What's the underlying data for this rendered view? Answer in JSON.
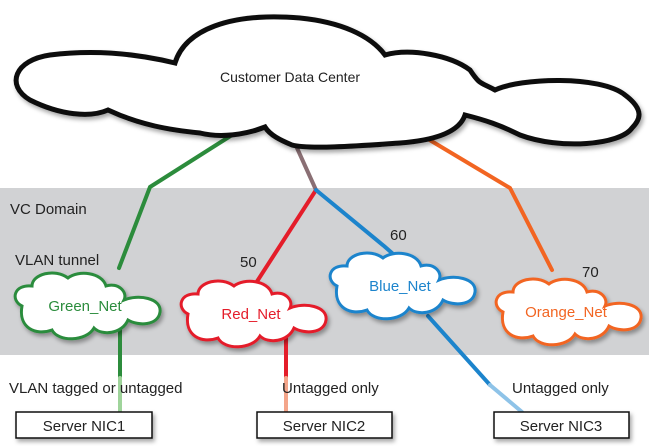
{
  "colors": {
    "domain_band": "#d1d2d4",
    "cloud_outline": "#111111",
    "shared_link": "#8a6f74",
    "green": "#2c8c3c",
    "green_light": "#9fd49b",
    "red": "#e41d2a",
    "red_light": "#f4a58a",
    "blue": "#1c84cc",
    "blue_light": "#8ec3e8",
    "orange": "#f26522",
    "text": "#222222"
  },
  "data_center": {
    "label": "Customer Data Center"
  },
  "domain": {
    "label": "VC Domain"
  },
  "networks": [
    {
      "name": "Green_Net",
      "vlan_label": "VLAN tunnel",
      "color_key": "green"
    },
    {
      "name": "Red_Net",
      "vlan_label": "50",
      "color_key": "red"
    },
    {
      "name": "Blue_Net",
      "vlan_label": "60",
      "color_key": "blue"
    },
    {
      "name": "Orange_Net",
      "vlan_label": "70",
      "color_key": "orange"
    }
  ],
  "servers": [
    {
      "label": "Server NIC1",
      "mode": "VLAN tagged or untagged",
      "network": "Green_Net"
    },
    {
      "label": "Server NIC2",
      "mode": "Untagged only",
      "network": "Red_Net"
    },
    {
      "label": "Server NIC3",
      "mode": "Untagged only",
      "network": "Blue_Net"
    }
  ]
}
